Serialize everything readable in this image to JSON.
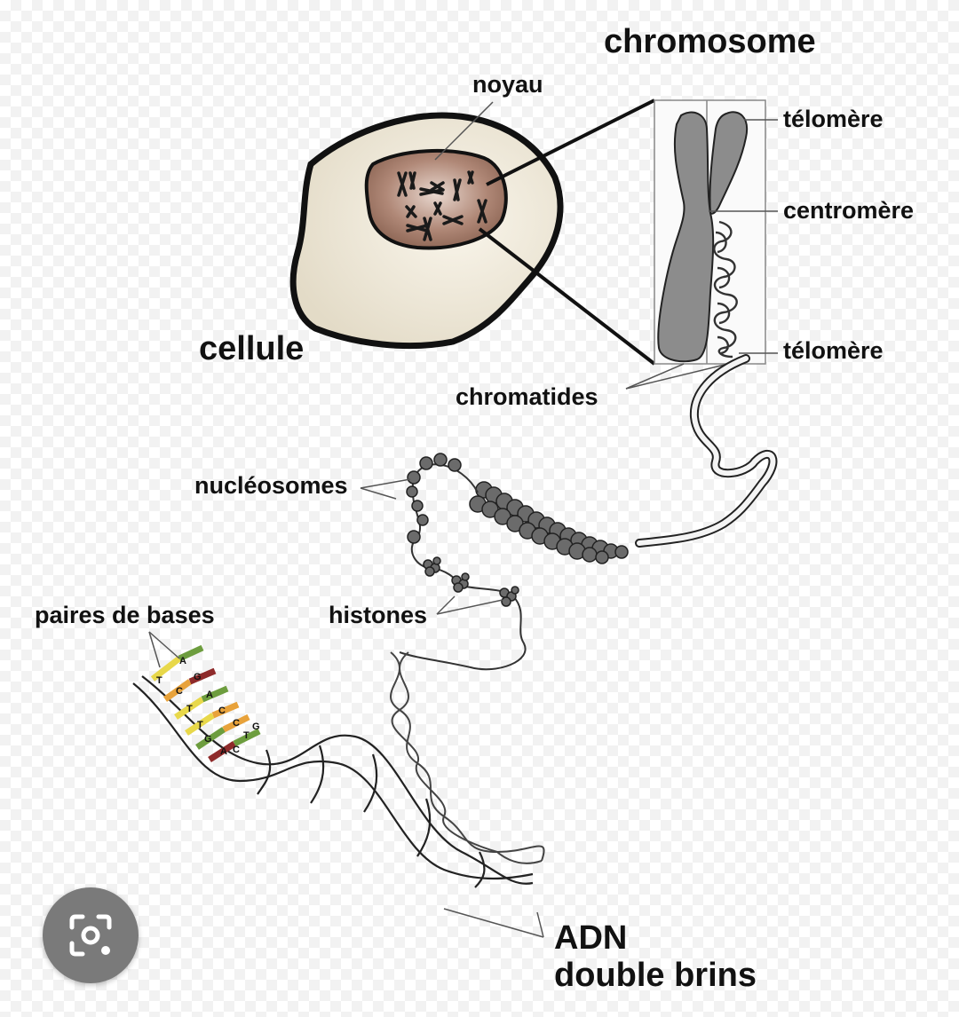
{
  "labels": {
    "chromosome": "chromosome",
    "noyau": "noyau",
    "telomere_top": "télomère",
    "centromere": "centromère",
    "telomere_bottom": "télomère",
    "cellule": "cellule",
    "chromatides": "chromatides",
    "nucleosomes": "nucléosomes",
    "histones": "histones",
    "paires_de_bases": "paires de bases",
    "adn_line1": "ADN",
    "adn_line2": "double brins"
  },
  "base_pairs": [
    {
      "left": "T",
      "right": "A"
    },
    {
      "left": "C",
      "right": "G"
    },
    {
      "left": "T",
      "right": "A"
    },
    {
      "left": "T",
      "right": "C"
    },
    {
      "left": "G",
      "right": "C"
    },
    {
      "left": "A",
      "right": "T"
    },
    {
      "left": "C",
      "right": "G"
    }
  ],
  "icons": {
    "lens": "camera-search-icon"
  },
  "colors": {
    "cell_fill": "#efe9da",
    "nucleus_fill": "#a27866",
    "chromosome_fill": "#8c8c8c",
    "nucleosome_fill": "#6b6b6b",
    "base_yellow": "#e8d84a",
    "base_orange": "#e8a23a",
    "base_green": "#6d9d3e",
    "base_red": "#8e2a2a",
    "lens_button": "#7a7a7a"
  }
}
